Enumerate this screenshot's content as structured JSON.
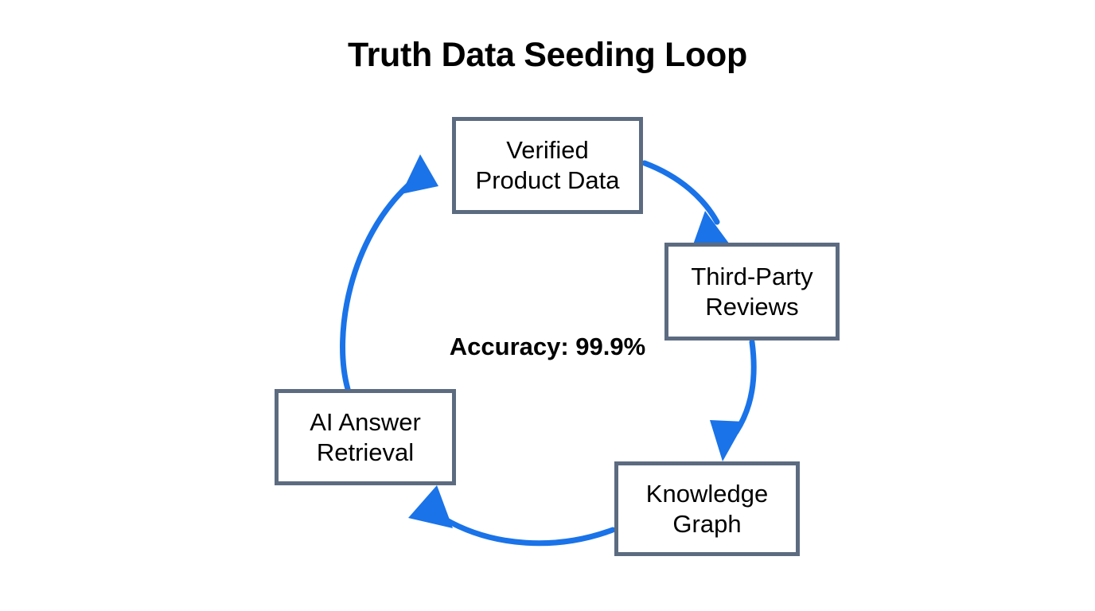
{
  "diagram": {
    "title": "Truth Data Seeding Loop",
    "background_color": "#ffffff",
    "box_border_color": "#5c6b80",
    "arrow_color": "#1a73e8",
    "text_color": "#000000",
    "center_metric": "Accuracy: 99.9%",
    "nodes": [
      {
        "id": "verified",
        "label": "Verified\nProduct Data",
        "position": "top"
      },
      {
        "id": "thirdparty",
        "label": "Third-Party\nReviews",
        "position": "right"
      },
      {
        "id": "knowledge",
        "label": "Knowledge\nGraph",
        "position": "bottom-right"
      },
      {
        "id": "ai",
        "label": "AI Answer\nRetrieval",
        "position": "left"
      }
    ],
    "edges": [
      {
        "id": "edge-verified-to-thirdparty",
        "from": "Verified Product Data",
        "to": "Third-Party Reviews",
        "style": "curved-arrow"
      },
      {
        "id": "edge-thirdparty-to-knowledge",
        "from": "Third-Party Reviews",
        "to": "Knowledge Graph",
        "style": "curved-arrow"
      },
      {
        "id": "edge-knowledge-to-ai",
        "from": "Knowledge Graph",
        "to": "AI Answer Retrieval",
        "style": "curved-arrow"
      },
      {
        "id": "edge-ai-to-verified",
        "from": "AI Answer Retrieval",
        "to": "Verified Product Data",
        "style": "curved-arrow"
      }
    ]
  }
}
